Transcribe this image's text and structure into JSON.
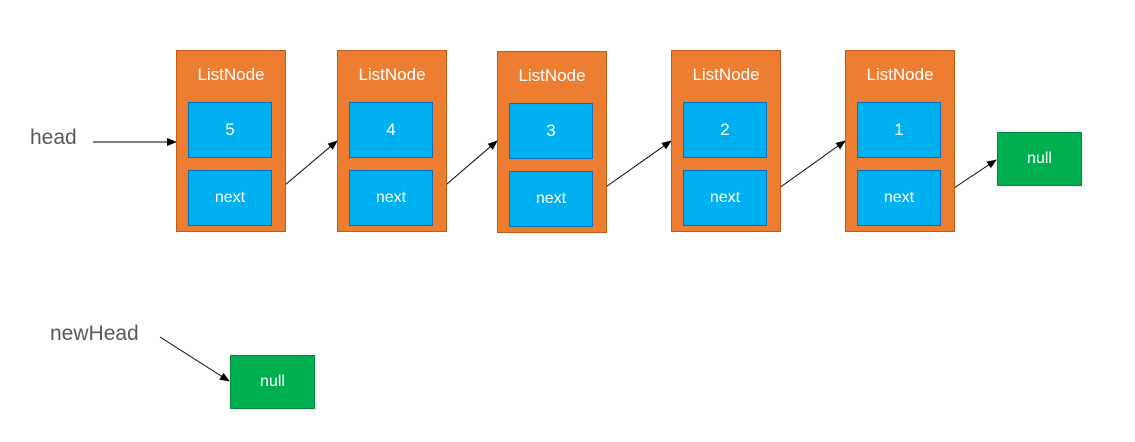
{
  "nodes": [
    {
      "title": "ListNode",
      "value": "5",
      "next": "next"
    },
    {
      "title": "ListNode",
      "value": "4",
      "next": "next"
    },
    {
      "title": "ListNode",
      "value": "3",
      "next": "next"
    },
    {
      "title": "ListNode",
      "value": "2",
      "next": "next"
    },
    {
      "title": "ListNode",
      "value": "1",
      "next": "next"
    }
  ],
  "tail_null": "null",
  "head_label": "head",
  "new_head_label": "newHead",
  "new_head_null": "null",
  "colors": {
    "node_fill": "#ED7D31",
    "cell_fill": "#00B0F0",
    "null_fill": "#00B050",
    "label_text": "#595959",
    "arrow": "#000000"
  }
}
